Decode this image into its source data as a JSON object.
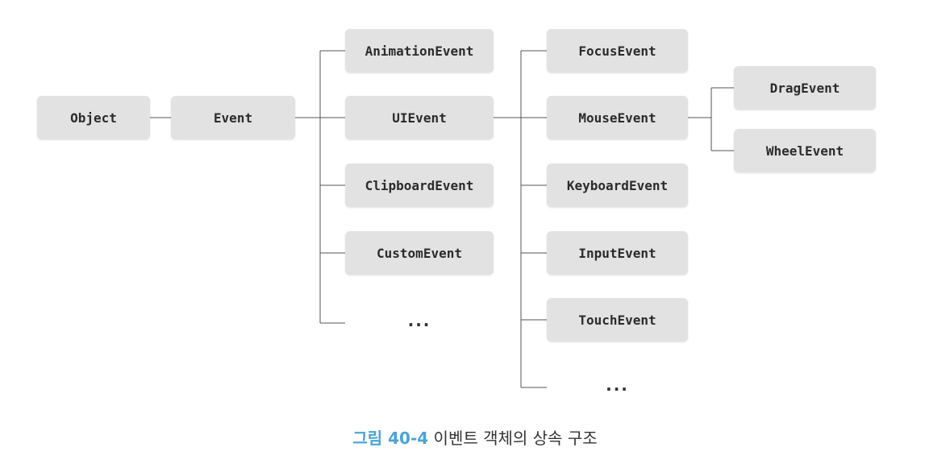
{
  "nodes": {
    "object": "Object",
    "event": "Event",
    "animation_event": "AnimationEvent",
    "ui_event": "UIEvent",
    "clipboard_event": "ClipboardEvent",
    "custom_event": "CustomEvent",
    "focus_event": "FocusEvent",
    "mouse_event": "MouseEvent",
    "keyboard_event": "KeyboardEvent",
    "input_event": "InputEvent",
    "touch_event": "TouchEvent",
    "drag_event": "DragEvent",
    "wheel_event": "WheelEvent"
  },
  "ellipsis": "...",
  "caption": {
    "label": "그림 40-4",
    "text": "이벤트 객체의 상속 구조"
  }
}
